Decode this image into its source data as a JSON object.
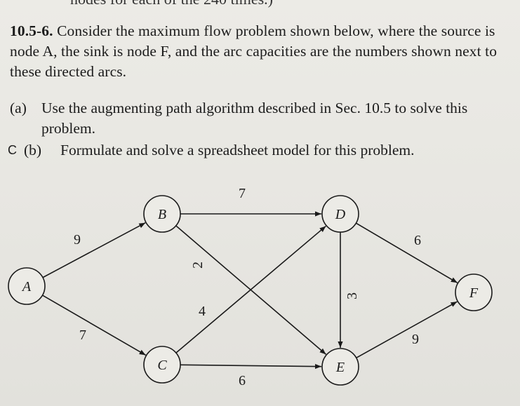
{
  "cutoff_text": "nodes for each of the 240 times.)",
  "problem": {
    "number": "10.5-6.",
    "statement": "Consider the maximum flow problem shown below, where the source is node A, the sink is node F, and the arc capacities are the numbers shown next to these directed arcs.",
    "parts": [
      {
        "marker": "(a)",
        "text": "Use the augmenting path algorithm described in Sec. 10.5 to solve this problem."
      },
      {
        "prefix": "C",
        "marker": "(b)",
        "text": "Formulate and solve a spreadsheet model for this problem."
      }
    ]
  },
  "network": {
    "nodes": [
      "A",
      "B",
      "C",
      "D",
      "E",
      "F"
    ],
    "arcs": [
      {
        "from": "A",
        "to": "B",
        "capacity": "9"
      },
      {
        "from": "A",
        "to": "C",
        "capacity": "7"
      },
      {
        "from": "B",
        "to": "D",
        "capacity": "7"
      },
      {
        "from": "B",
        "to": "E",
        "capacity": "2"
      },
      {
        "from": "C",
        "to": "D",
        "capacity": "4"
      },
      {
        "from": "C",
        "to": "E",
        "capacity": "6"
      },
      {
        "from": "D",
        "to": "E",
        "capacity": "3"
      },
      {
        "from": "D",
        "to": "F",
        "capacity": "6"
      },
      {
        "from": "E",
        "to": "F",
        "capacity": "9"
      }
    ]
  }
}
